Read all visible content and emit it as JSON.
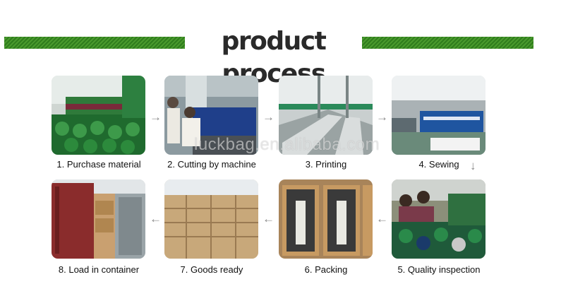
{
  "header": {
    "title": "product process"
  },
  "watermark": "luckbag.en.alibaba.com",
  "steps": [
    {
      "label": "1. Purchase material",
      "image": "green-fabric-rolls-photo"
    },
    {
      "label": "2. Cutting by machine",
      "image": "cutting-machine-photo"
    },
    {
      "label": "3. Printing",
      "image": "printing-line-photo"
    },
    {
      "label": "4. Sewing",
      "image": "sewing-workshop-photo"
    },
    {
      "label": "5. Quality inspection",
      "image": "quality-inspection-photo"
    },
    {
      "label": "6. Packing",
      "image": "packing-boxes-photo"
    },
    {
      "label": "7. Goods ready",
      "image": "stacked-cartons-photo"
    },
    {
      "label": "8. Load in container",
      "image": "shipping-container-photo"
    }
  ],
  "arrows": {
    "right": "→",
    "down": "↓",
    "left": "←"
  },
  "colors": {
    "stripe": "#3d8c25",
    "title": "#2a2a2a"
  }
}
